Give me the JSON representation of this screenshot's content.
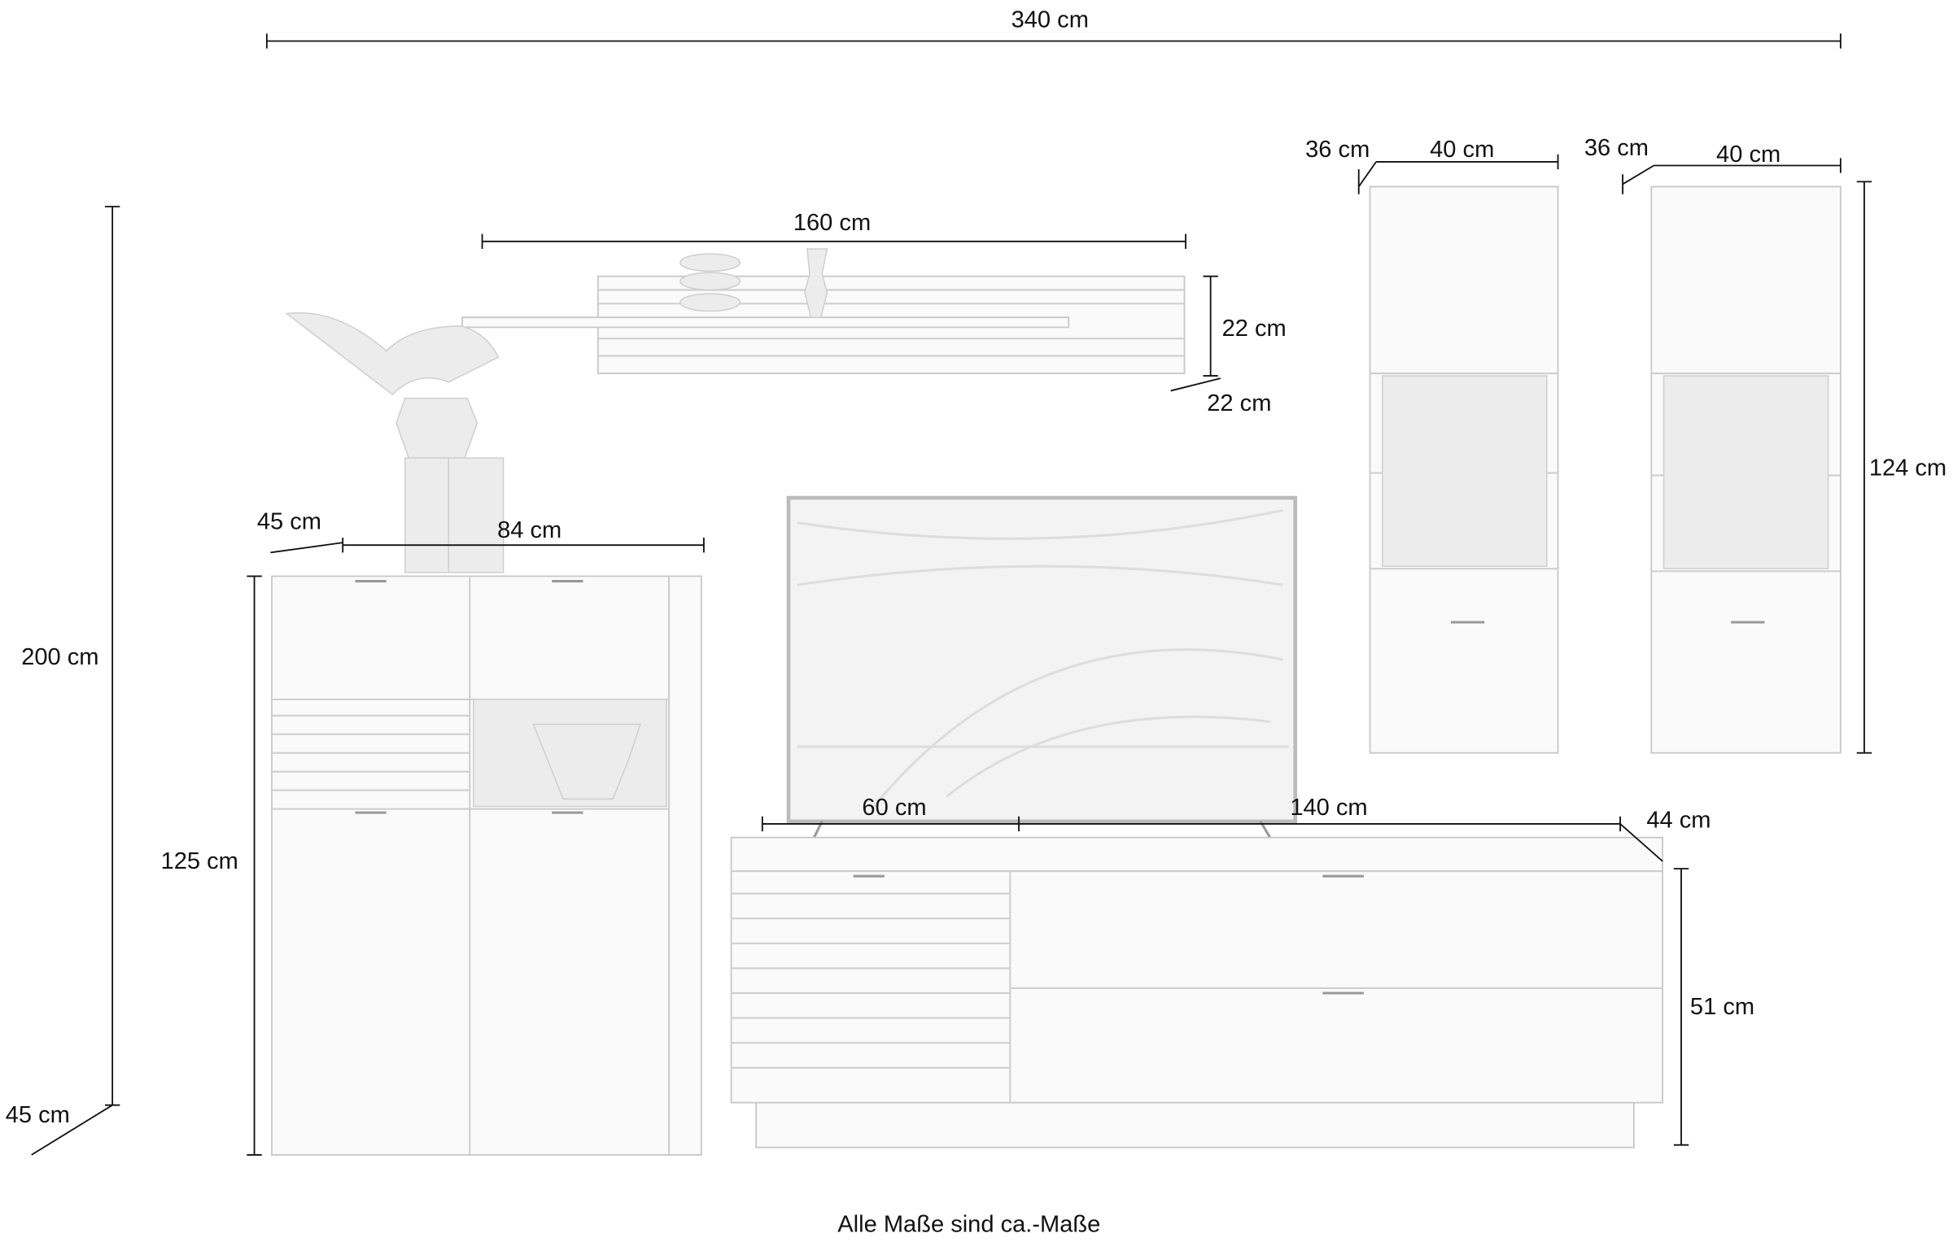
{
  "dimensions": {
    "total_width": "340 cm",
    "shelf_width": "160 cm",
    "shelf_height": "22 cm",
    "shelf_depth": "22 cm",
    "vitrine1_depth": "36 cm",
    "vitrine1_width": "40 cm",
    "vitrine2_depth": "36 cm",
    "vitrine2_width": "40 cm",
    "vitrine_height": "124 cm",
    "total_height": "200 cm",
    "total_depth": "45 cm",
    "highboard_depth": "45 cm",
    "highboard_width": "84 cm",
    "highboard_height": "125 cm",
    "tv_section_width": "60 cm",
    "lowboard_width": "140 cm",
    "lowboard_depth": "44 cm",
    "lowboard_height": "51 cm"
  },
  "footer": "Alle Maße sind ca.-Maße"
}
